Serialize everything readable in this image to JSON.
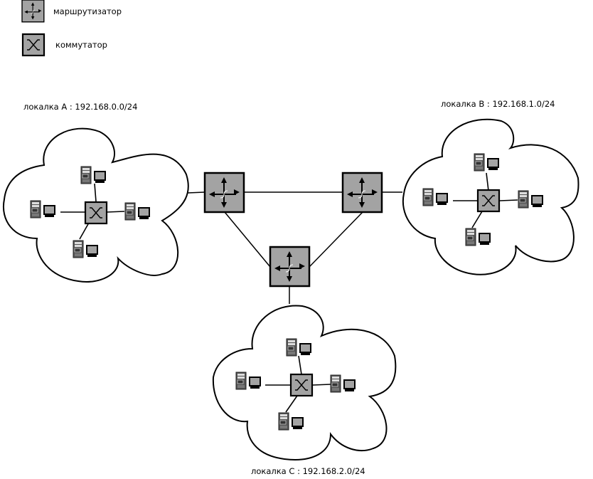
{
  "legend": {
    "items": [
      {
        "icon": "router-icon",
        "label": "маршрутизатор"
      },
      {
        "icon": "switch-icon",
        "label": "коммутатор"
      }
    ]
  },
  "networks": [
    {
      "id": "A",
      "label": "локалка A : 192.168.0.0/24",
      "hosts": 4
    },
    {
      "id": "B",
      "label": "локалка B : 192.168.1.0/24",
      "hosts": 4
    },
    {
      "id": "C",
      "label": "локалка C : 192.168.2.0/24",
      "hosts": 4
    }
  ],
  "routers": [
    {
      "id": "R1",
      "network": "A"
    },
    {
      "id": "R2",
      "network": "B"
    },
    {
      "id": "R3",
      "network": "C"
    }
  ],
  "links": [
    [
      "R1",
      "R2"
    ],
    [
      "R1",
      "R3"
    ],
    [
      "R2",
      "R3"
    ]
  ],
  "colors": {
    "device_fill": "#a3a3a3",
    "stroke": "#000000",
    "background": "#ffffff"
  }
}
